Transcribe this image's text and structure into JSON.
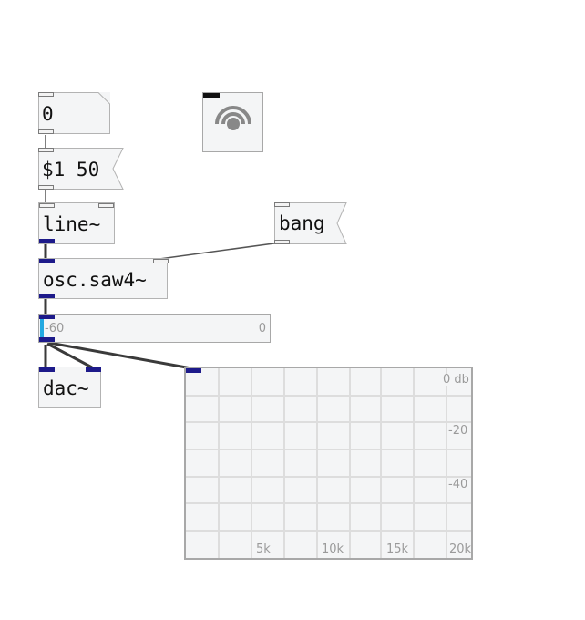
{
  "canvas": {
    "objects": {
      "number_box": {
        "value": "0"
      },
      "message_box": {
        "text": "$1 50"
      },
      "line_object": {
        "text": "line~"
      },
      "bang_message": {
        "text": "bang"
      },
      "oscillator": {
        "text": "osc.saw4~"
      },
      "dac_object": {
        "text": "dac~"
      }
    },
    "dsp_toggle": {
      "icon": "speaker-on-icon"
    },
    "level_slider": {
      "min_label": "-60",
      "max_label": "0",
      "value": "-60"
    },
    "spectrum_display": {
      "db_labels": [
        "0 db",
        "-20",
        "-40"
      ],
      "freq_labels": [
        "5k",
        "10k",
        "15k",
        "20k"
      ]
    }
  },
  "colors": {
    "signal_port": "#1d1a8a",
    "control_port": "#f3f3f3",
    "cord": "#3a3a3a",
    "slider_fill": "#23a9e1",
    "box_border": "#b3b3b3",
    "grid": "#dddddd"
  }
}
